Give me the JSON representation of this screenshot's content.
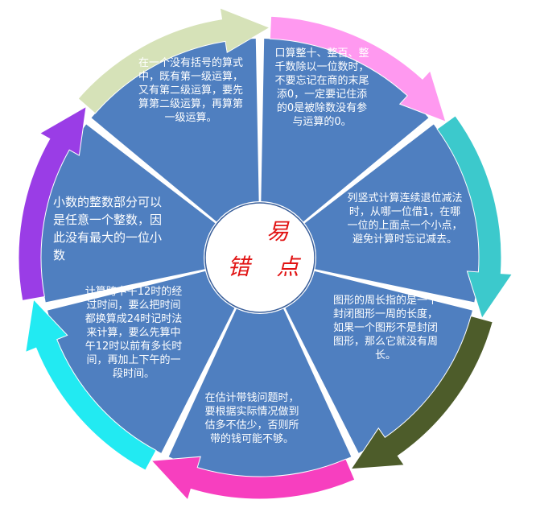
{
  "center": {
    "line1": "易",
    "line2": "错 点"
  },
  "segments": [
    {
      "id": "top-left",
      "text": "在一个没有括号的算式中，既有第一级运算，又有第二级运算，要先算第二级运算，再算第一级运算。",
      "arrow_color": "#d6e2b8"
    },
    {
      "id": "top-right",
      "text": "口算整十、整百、整千数除以一位数时，不要忘记在商的末尾添0，一定要记住添的0是被除数没有参与运算的0。",
      "arrow_color": "#ff99f0"
    },
    {
      "id": "right",
      "text": "列竖式计算连续退位减法时，从哪一位借1，在哪一位的上面点一个小点，避免计算时忘记减去。",
      "arrow_color": "#3cc9cc"
    },
    {
      "id": "bottom-right",
      "text": "图形的周长指的是一个封闭图形一周的长度，如果一个图形不是封闭图形，那么它就没有周长。",
      "arrow_color": "#4d5c2a"
    },
    {
      "id": "bottom",
      "text": "在估计带钱问题时，要根据实际情况做到估多不估少，否则所带的钱可能不够。",
      "arrow_color": "#f73fbf"
    },
    {
      "id": "bottom-left",
      "text": "计算跨中午12时的经过时间，要么把时间都换算成24时记时法来计算，要么先算中午12时以前有多长时间，再加上下午的一段时间。",
      "arrow_color": "#22eaf2"
    },
    {
      "id": "left",
      "text": "小数的整数部分可以是任意一个整数，因此没有最大的一位小数",
      "arrow_color": "#9a3de6"
    }
  ],
  "colors": {
    "sector_fill": "#4f7fc0",
    "center_fill": "#ffffff",
    "center_text": "#e11414"
  }
}
